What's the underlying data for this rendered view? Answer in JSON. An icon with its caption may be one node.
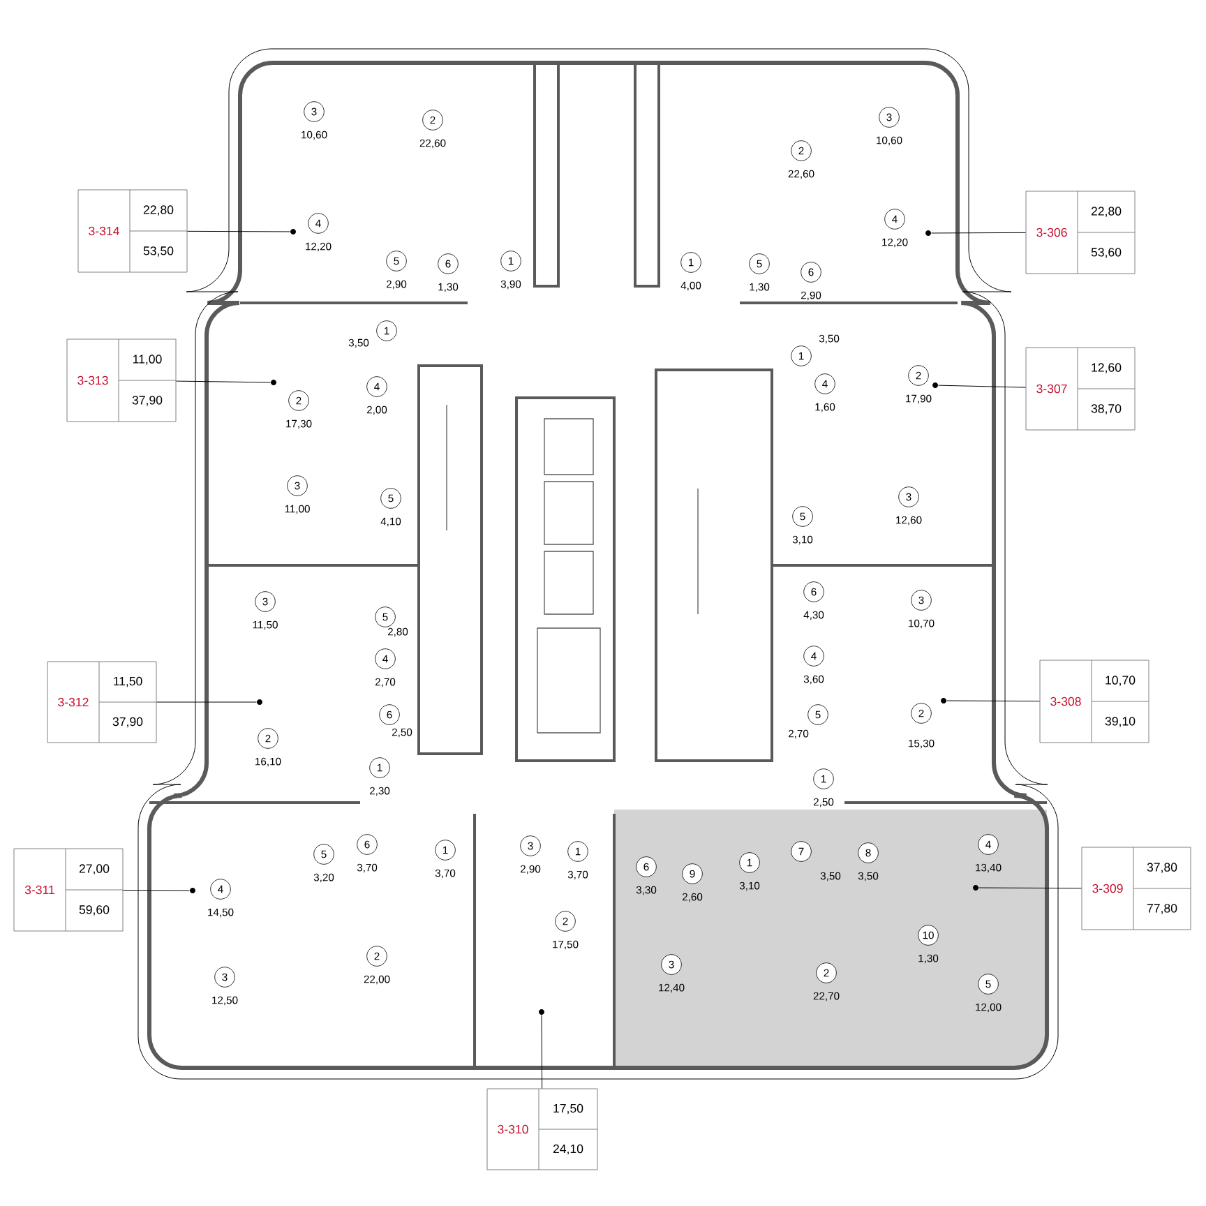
{
  "diagram": {
    "nodes": [
      {
        "text": [
          "3-314",
          "22,80",
          "53,50"
        ]
      },
      {
        "text": [],
        "shape": "circle"
      },
      {
        "text": [
          "3"
        ],
        "beside": [
          "10,60"
        ]
      },
      {
        "text": [
          "2"
        ],
        "beside": [
          "22,60"
        ]
      },
      {
        "text": [
          "4"
        ],
        "beside": [
          "12,20"
        ]
      },
      {
        "text": [
          "5"
        ],
        "beside": [
          "2,90"
        ]
      },
      {
        "text": [
          "6"
        ],
        "beside": [
          "1,30"
        ]
      },
      {
        "text": [
          "1"
        ],
        "beside": [
          "3,90"
        ]
      },
      {
        "text": [
          "3-306",
          "22,80",
          "53,60"
        ]
      },
      {
        "text": [],
        "shape": "circle"
      },
      {
        "text": [
          "3"
        ],
        "beside": [
          "10,60"
        ]
      },
      {
        "text": [
          "2"
        ],
        "beside": [
          "22,60"
        ]
      },
      {
        "text": [
          "4"
        ],
        "beside": [
          "12,20"
        ]
      },
      {
        "text": [
          "1"
        ],
        "beside": [
          "4,00"
        ]
      },
      {
        "text": [
          "5"
        ],
        "beside": [
          "1,30"
        ]
      },
      {
        "text": [
          "6"
        ],
        "beside": [
          "2,90"
        ]
      },
      {
        "text": [
          "3-313",
          "11,00",
          "37,90"
        ]
      },
      {
        "text": [],
        "shape": "circle"
      },
      {
        "text": [
          "1"
        ],
        "beside": [
          "3,50"
        ]
      },
      {
        "text": [
          "4"
        ],
        "beside": [
          "2,00"
        ]
      },
      {
        "text": [
          "2"
        ],
        "beside": [
          "17,30"
        ]
      },
      {
        "text": [
          "3"
        ],
        "beside": [
          "11,00"
        ]
      },
      {
        "text": [
          "5"
        ],
        "beside": [
          "4,10"
        ]
      },
      {
        "text": [
          "3-307",
          "12,60",
          "38,70"
        ]
      },
      {
        "text": [],
        "shape": "circle"
      },
      {
        "text": [
          "1"
        ],
        "beside": [
          "3,50"
        ]
      },
      {
        "text": [
          "4"
        ],
        "beside": [
          "1,60"
        ]
      },
      {
        "text": [
          "2"
        ],
        "beside": [
          "17,90"
        ]
      },
      {
        "text": [
          "3"
        ],
        "beside": [
          "12,60"
        ]
      },
      {
        "text": [
          "5"
        ],
        "beside": [
          "3,10"
        ]
      },
      {
        "text": [
          "3-312",
          "11,50",
          "37,90"
        ]
      },
      {
        "text": [],
        "shape": "circle"
      },
      {
        "text": [
          "3"
        ],
        "beside": [
          "11,50"
        ]
      },
      {
        "text": [
          "5"
        ],
        "beside": [
          "2,80"
        ]
      },
      {
        "text": [
          "4"
        ],
        "beside": [
          "2,70"
        ]
      },
      {
        "text": [
          "2"
        ],
        "beside": [
          "16,10"
        ]
      },
      {
        "text": [
          "6"
        ],
        "beside": [
          "2,50"
        ]
      },
      {
        "text": [
          "1"
        ],
        "beside": [
          "2,30"
        ]
      },
      {
        "text": [
          "3-308",
          "10,70",
          "39,10"
        ]
      },
      {
        "text": [],
        "shape": "circle"
      },
      {
        "text": [
          "6"
        ],
        "beside": [
          "4,30"
        ]
      },
      {
        "text": [
          "3"
        ],
        "beside": [
          "10,70"
        ]
      },
      {
        "text": [
          "4"
        ],
        "beside": [
          "3,60"
        ]
      },
      {
        "text": [
          "2"
        ],
        "beside": [
          "15,30"
        ]
      },
      {
        "text": [
          "5"
        ],
        "beside": [
          "2,70"
        ]
      },
      {
        "text": [
          "1"
        ],
        "beside": [
          "2,50"
        ]
      },
      {
        "text": [
          "3-311",
          "27,00",
          "59,60"
        ]
      },
      {
        "text": [],
        "shape": "circle"
      },
      {
        "text": [
          "5"
        ],
        "beside": [
          "3,20"
        ]
      },
      {
        "text": [
          "6"
        ],
        "beside": [
          "3,70"
        ]
      },
      {
        "text": [
          "1"
        ],
        "beside": [
          "3,70"
        ]
      },
      {
        "text": [
          "4"
        ],
        "beside": [
          "14,50"
        ]
      },
      {
        "text": [
          "2"
        ],
        "beside": [
          "22,00"
        ]
      },
      {
        "text": [
          "3"
        ],
        "beside": [
          "12,50"
        ]
      },
      {
        "text": [
          "3-310",
          "17,50",
          "24,10"
        ]
      },
      {
        "text": [],
        "shape": "circle"
      },
      {
        "text": [
          "3"
        ],
        "beside": [
          "2,90"
        ]
      },
      {
        "text": [
          "1"
        ],
        "beside": [
          "3,70"
        ]
      },
      {
        "text": [
          "2"
        ],
        "beside": [
          "17,50"
        ]
      },
      {
        "text": [
          "3-309",
          "37,80",
          "77,80"
        ]
      },
      {
        "text": [],
        "shape": "circle"
      },
      {
        "text": [
          "6"
        ],
        "beside": [
          "3,30"
        ]
      },
      {
        "text": [
          "9"
        ],
        "beside": [
          "2,60"
        ]
      },
      {
        "text": [
          "1"
        ],
        "beside": [
          "3,10"
        ]
      },
      {
        "text": [
          "7"
        ],
        "beside": [
          "3,50"
        ]
      },
      {
        "text": [
          "8"
        ],
        "beside": [
          "3,50"
        ]
      },
      {
        "text": [
          "4"
        ],
        "beside": [
          "13,40"
        ]
      },
      {
        "text": [
          "10"
        ],
        "beside": [
          "1,30"
        ]
      },
      {
        "text": [
          "3"
        ],
        "beside": [
          "12,40"
        ]
      },
      {
        "text": [
          "2"
        ],
        "beside": [
          "22,70"
        ]
      },
      {
        "text": [
          "5"
        ],
        "beside": [
          "12,00"
        ]
      }
    ],
    "edges": [
      {
        "from": 0,
        "to": 1,
        "arrow": "none"
      },
      {
        "from": 8,
        "to": 9,
        "arrow": "none"
      },
      {
        "from": 16,
        "to": 17,
        "arrow": "none"
      },
      {
        "from": 23,
        "to": 24,
        "arrow": "none"
      },
      {
        "from": 30,
        "to": 31,
        "arrow": "none"
      },
      {
        "from": 38,
        "to": 39,
        "arrow": "none"
      },
      {
        "from": 46,
        "to": 47,
        "arrow": "none"
      },
      {
        "from": 54,
        "to": 55,
        "arrow": "none"
      },
      {
        "from": 59,
        "to": 60,
        "arrow": "none"
      }
    ]
  }
}
